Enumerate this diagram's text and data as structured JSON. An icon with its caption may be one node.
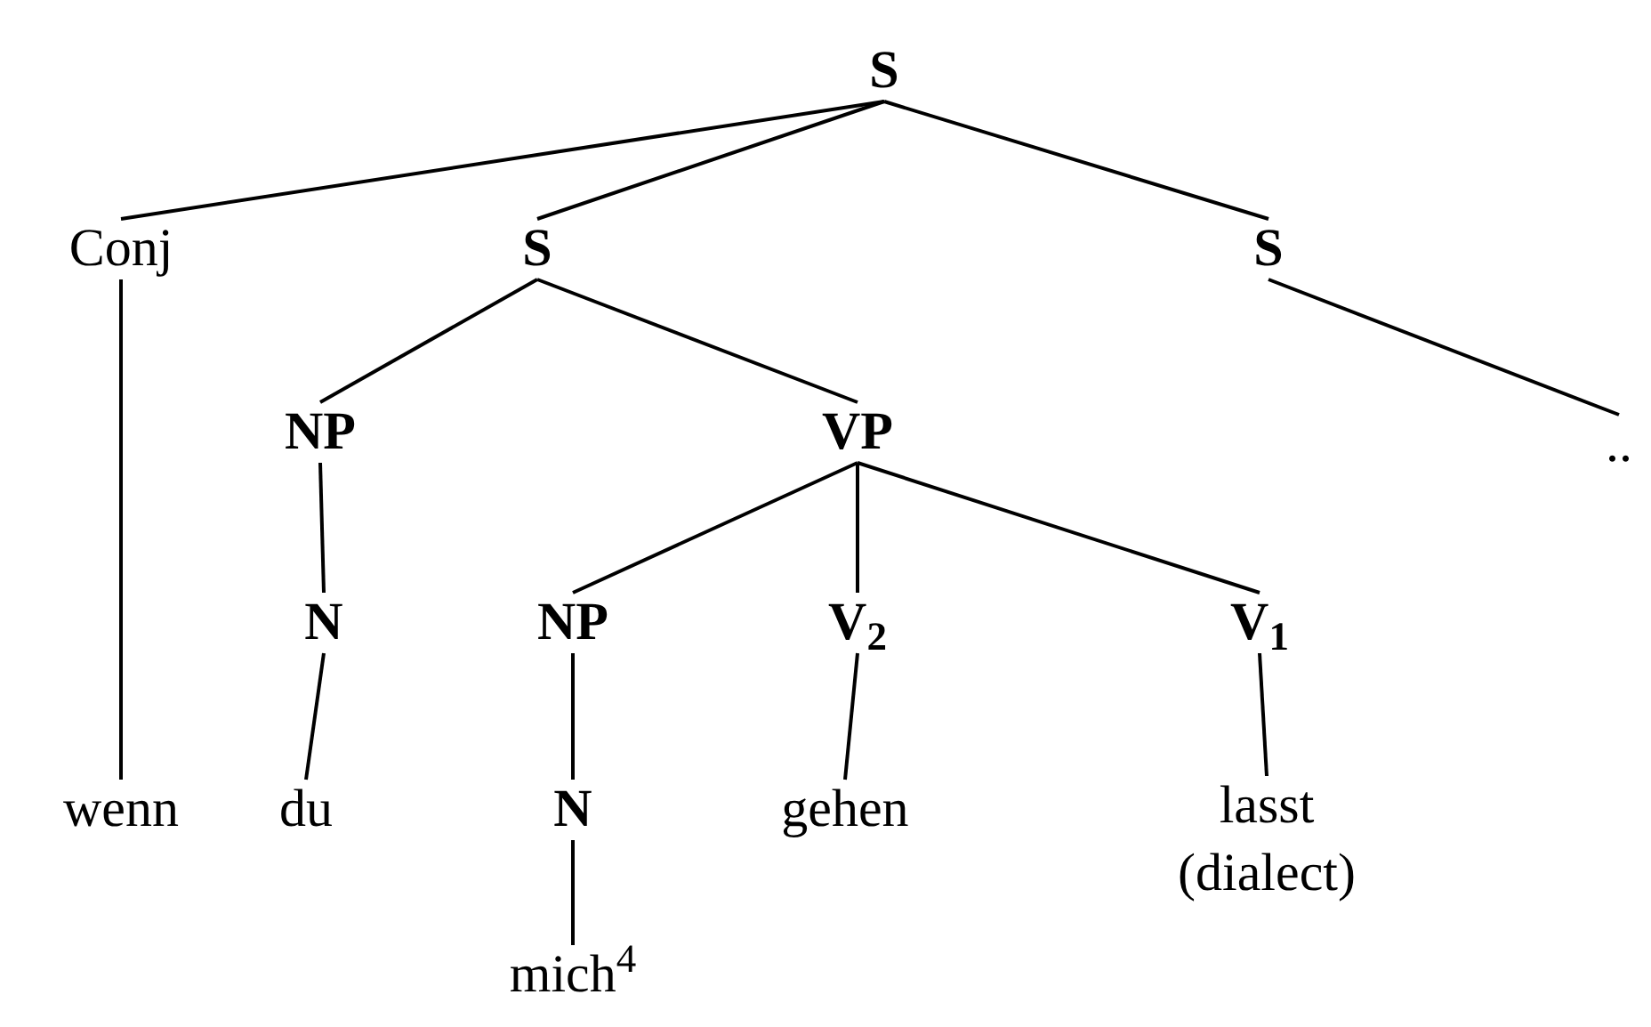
{
  "diagram": {
    "nodes": [
      {
        "text": [
          "S"
        ]
      },
      {
        "text": [
          "Conj"
        ]
      },
      {
        "text": [
          "S"
        ]
      },
      {
        "text": [
          "S"
        ]
      },
      {
        "text": [
          ".."
        ]
      },
      {
        "text": [
          "NP"
        ]
      },
      {
        "text": [
          "VP"
        ]
      },
      {
        "text": [
          "N"
        ]
      },
      {
        "text": [
          "NP"
        ]
      },
      {
        "text": [
          "V$_{2}$"
        ]
      },
      {
        "text": [
          "V$_{1}$"
        ]
      },
      {
        "text": [
          "wenn"
        ]
      },
      {
        "text": [
          "du"
        ]
      },
      {
        "text": [
          "N"
        ]
      },
      {
        "text": [
          "gehen"
        ]
      },
      {
        "text": [
          "lasst (dialect)"
        ]
      },
      {
        "text": [
          "mich$^{4}$"
        ]
      }
    ],
    "edges": [
      {
        "from": 0,
        "to": 1,
        "arrow": "none"
      },
      {
        "from": 0,
        "to": 2,
        "arrow": "none"
      },
      {
        "from": 0,
        "to": 3,
        "arrow": "none"
      },
      {
        "from": 3,
        "to": 4,
        "arrow": "none"
      },
      {
        "from": 2,
        "to": 5,
        "arrow": "none"
      },
      {
        "from": 2,
        "to": 6,
        "arrow": "none"
      },
      {
        "from": 1,
        "to": 11,
        "arrow": "none"
      },
      {
        "from": 5,
        "to": 7,
        "arrow": "none"
      },
      {
        "from": 7,
        "to": 12,
        "arrow": "none"
      },
      {
        "from": 6,
        "to": 8,
        "arrow": "none"
      },
      {
        "from": 6,
        "to": 9,
        "arrow": "none"
      },
      {
        "from": 6,
        "to": 10,
        "arrow": "none"
      },
      {
        "from": 8,
        "to": 13,
        "arrow": "none"
      },
      {
        "from": 13,
        "to": 16,
        "arrow": "none"
      },
      {
        "from": 9,
        "to": 14,
        "arrow": "none"
      },
      {
        "from": 10,
        "to": 15,
        "arrow": "none"
      }
    ]
  }
}
